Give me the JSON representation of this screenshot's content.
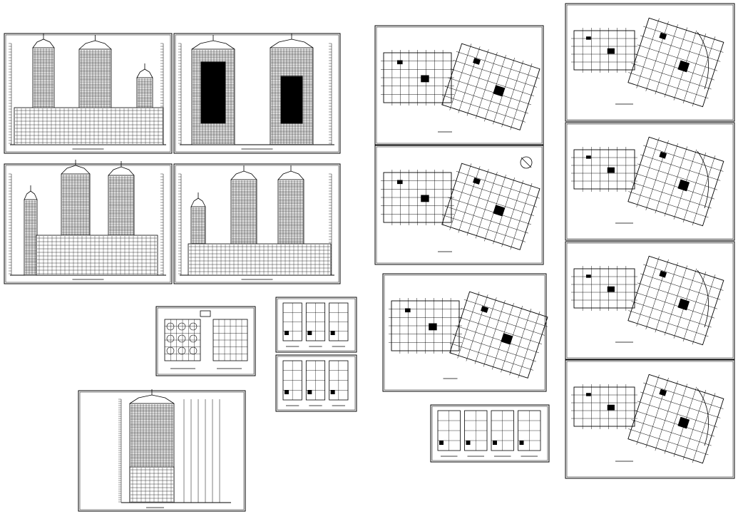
{
  "app": {
    "title": "",
    "ink_color": "#000000",
    "paper_color": "#ffffff"
  },
  "sheets": [
    {
      "id": "elevation-1",
      "kind": "elevation",
      "label": ""
    },
    {
      "id": "elevation-2",
      "kind": "elevation",
      "label": ""
    },
    {
      "id": "elevation-3",
      "kind": "elevation",
      "label": ""
    },
    {
      "id": "elevation-4",
      "kind": "elevation",
      "label": ""
    },
    {
      "id": "core-plans",
      "kind": "plan",
      "label": ""
    },
    {
      "id": "unit-plans-a",
      "kind": "plan",
      "label": ""
    },
    {
      "id": "unit-plans-b",
      "kind": "plan",
      "label": ""
    },
    {
      "id": "section-tower",
      "kind": "section",
      "label": ""
    },
    {
      "id": "podium-plan-1",
      "kind": "plan",
      "label": ""
    },
    {
      "id": "podium-plan-2",
      "kind": "plan",
      "label": ""
    },
    {
      "id": "podium-plan-3",
      "kind": "plan",
      "label": ""
    },
    {
      "id": "unit-plans-c",
      "kind": "plan",
      "label": ""
    },
    {
      "id": "tower-plan-1",
      "kind": "plan",
      "label": ""
    },
    {
      "id": "tower-plan-2",
      "kind": "plan",
      "label": ""
    },
    {
      "id": "tower-plan-3",
      "kind": "plan",
      "label": ""
    },
    {
      "id": "tower-plan-4",
      "kind": "plan",
      "label": ""
    }
  ]
}
